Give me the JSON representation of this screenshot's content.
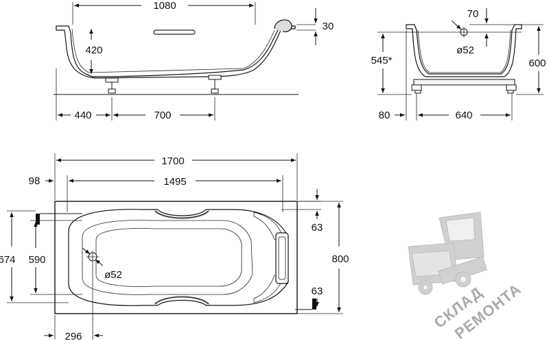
{
  "side_view": {
    "dims": {
      "top_length": "1080",
      "rim_thickness": "30",
      "depth": "420",
      "left_offset": "440",
      "leg_spacing": "700"
    }
  },
  "end_view": {
    "dims": {
      "overflow_offset": "70",
      "overflow_diameter": "ø52",
      "overflow_height": "545*",
      "total_height": "600",
      "leg_offset": "80",
      "leg_width": "640"
    }
  },
  "plan_view": {
    "dims": {
      "overall_length": "1700",
      "inner_length": "1495",
      "rim_offset": "98",
      "width_inner": "674",
      "width_bottom": "590",
      "drain_diameter": "ø52",
      "handle_offset_top": "63",
      "handle_offset_bottom": "63",
      "overall_width": "800",
      "drain_offset": "296"
    }
  },
  "watermark": {
    "line1": "СКЛАД",
    "line2": "РЕМОНТА",
    "color": "#a9a9a9"
  }
}
